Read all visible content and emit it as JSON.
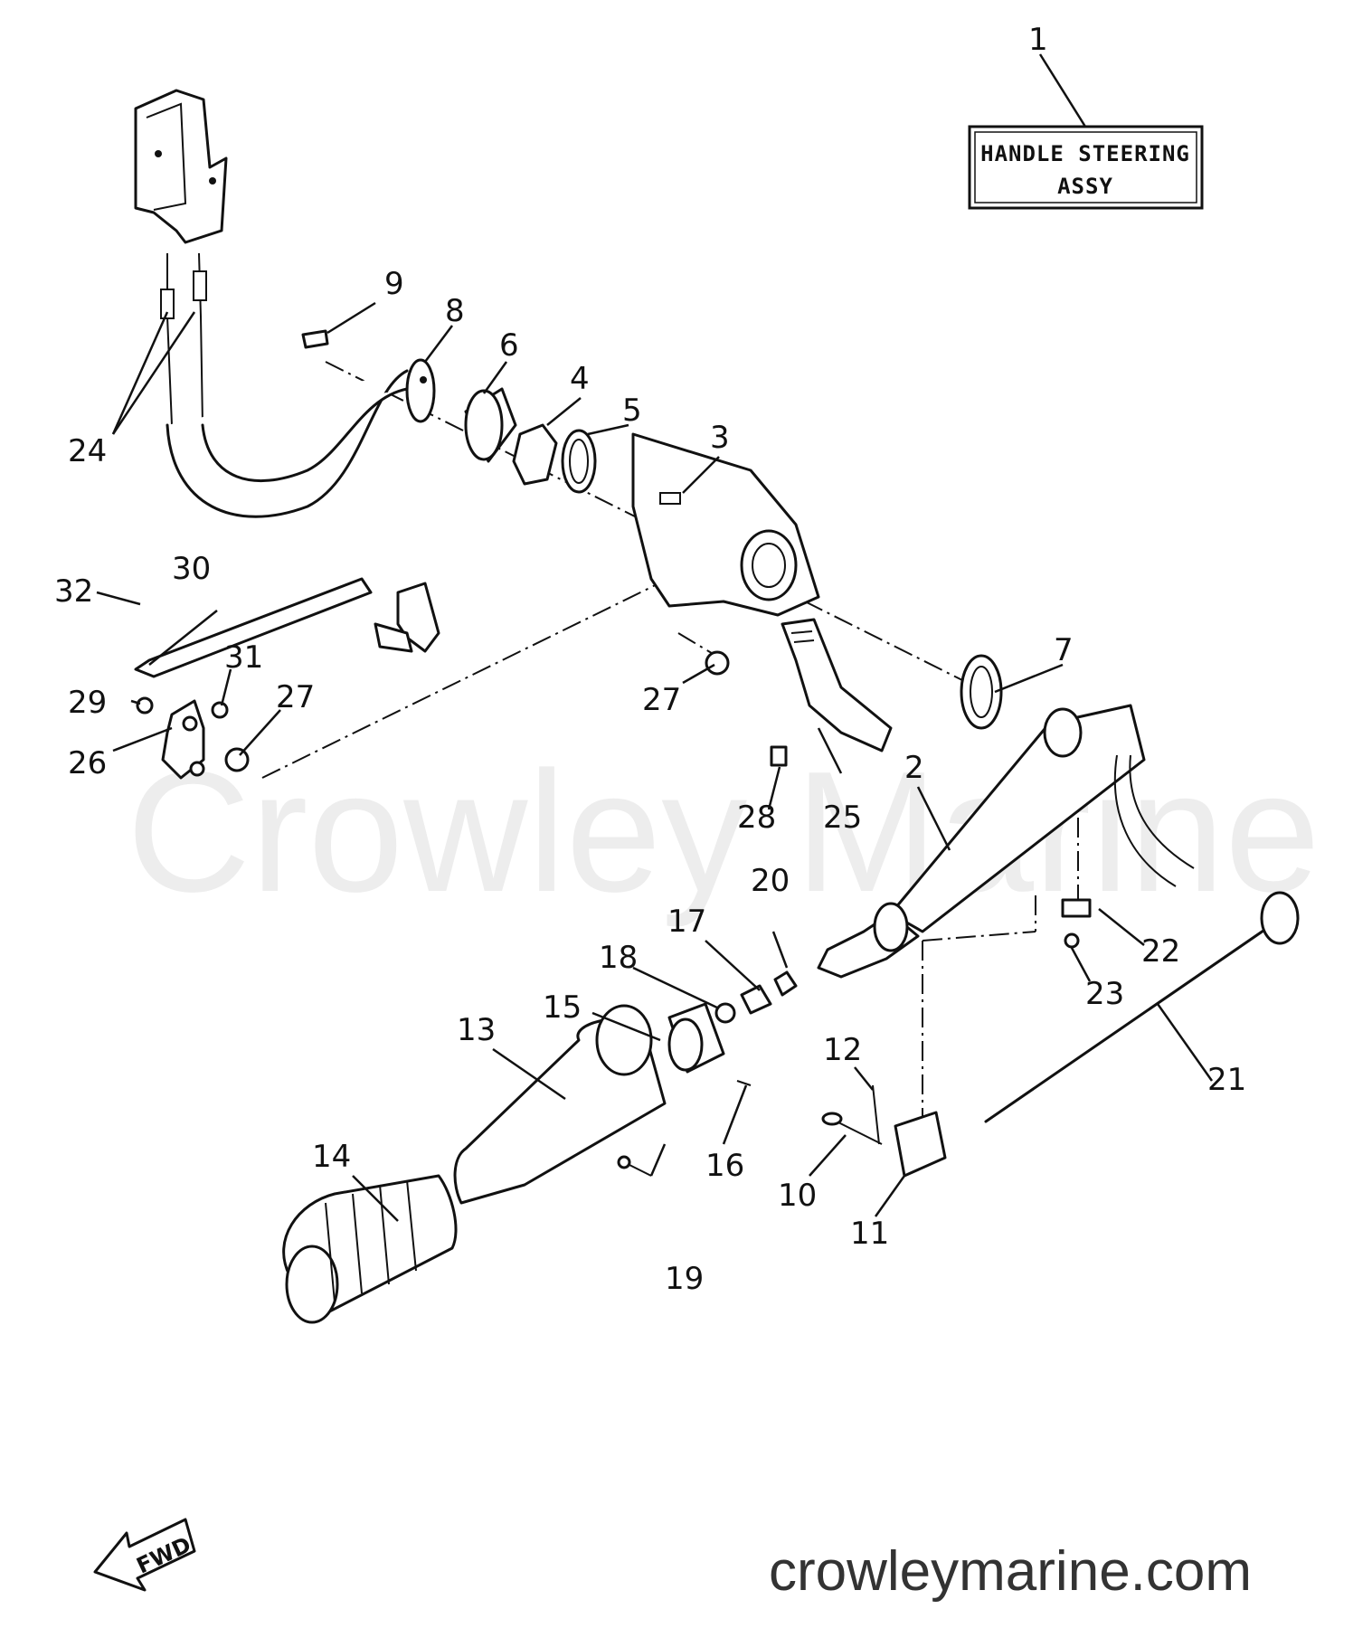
{
  "watermark": "Crowley Marine",
  "website": "crowleymarine.com",
  "assembly_box": {
    "line1": "HANDLE STEERING",
    "line2": "ASSY"
  },
  "fwd_arrow": "FWD",
  "callouts": [
    "1",
    "2",
    "3",
    "4",
    "5",
    "6",
    "7",
    "8",
    "9",
    "10",
    "11",
    "12",
    "13",
    "14",
    "15",
    "16",
    "17",
    "18",
    "19",
    "20",
    "21",
    "22",
    "23",
    "24",
    "25",
    "26",
    "27",
    "27",
    "28",
    "29",
    "30",
    "31",
    "32"
  ]
}
